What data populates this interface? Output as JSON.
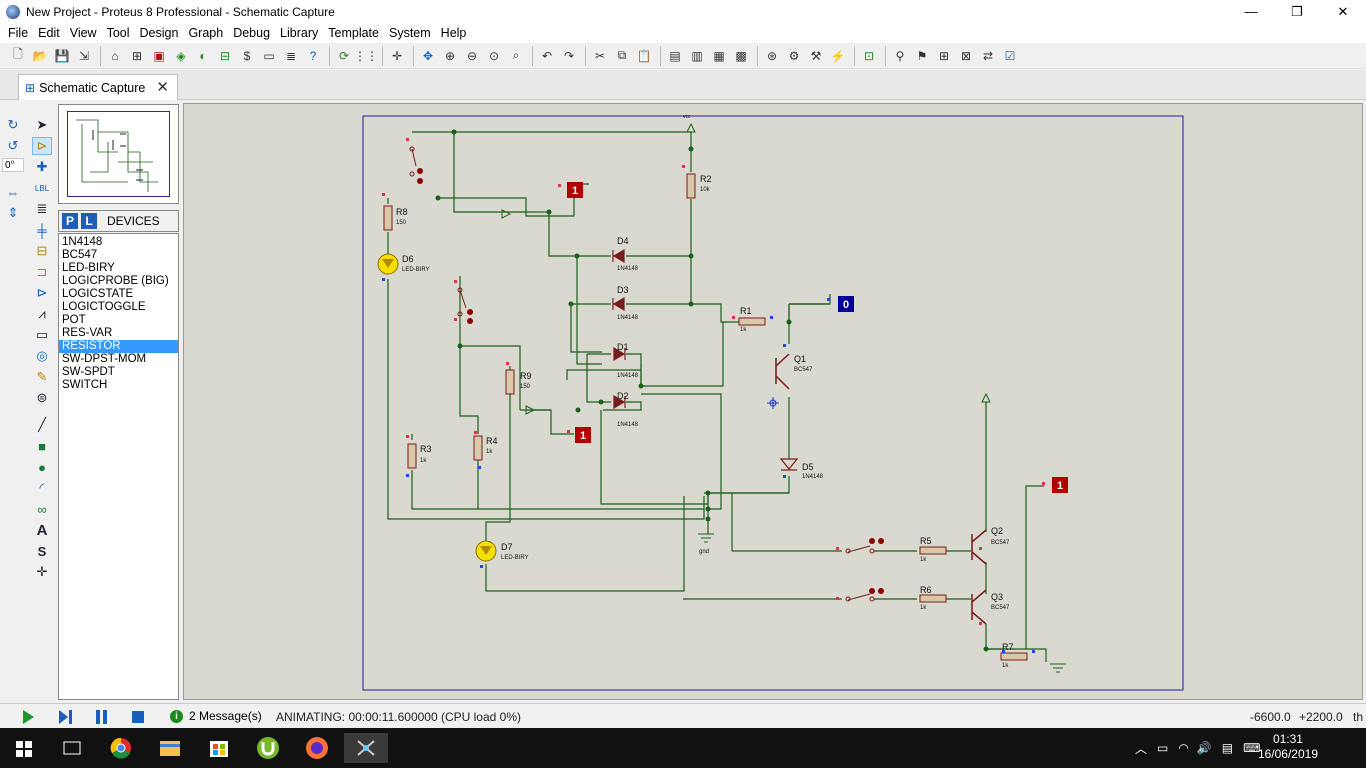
{
  "window": {
    "title": "New Project - Proteus 8 Professional - Schematic Capture",
    "minimize": "—",
    "restore": "❐",
    "close": "✕"
  },
  "menu": [
    "File",
    "Edit",
    "View",
    "Tool",
    "Design",
    "Graph",
    "Debug",
    "Library",
    "Template",
    "System",
    "Help"
  ],
  "tab": {
    "label": "Schematic Capture",
    "close": "✕"
  },
  "left_tools": {
    "rotation": "0°"
  },
  "devices": {
    "p": "P",
    "l": "L",
    "title": "DEVICES",
    "items": [
      "1N4148",
      "BC547",
      "LED-BIRY",
      "LOGICPROBE (BIG)",
      "LOGICSTATE",
      "LOGICTOGGLE",
      "POT",
      "RES-VAR",
      "RESISTOR",
      "SW-DPST-MOM",
      "SW-SPDT",
      "SWITCH"
    ],
    "selected": "RESISTOR"
  },
  "schematic": {
    "vcc": "vcc",
    "gnd": "gnd",
    "R8": "R8",
    "R8_val": "150",
    "R9": "R9",
    "R9_val": "150",
    "R2": "R2",
    "R2_val": "10k",
    "R1": "R1",
    "R1_val": "1k",
    "R3": "R3",
    "R3_val": "1k",
    "R4": "R4",
    "R4_val": "1k",
    "R5": "R5",
    "R5_val": "1k",
    "R6": "R6",
    "R6_val": "1k",
    "R7": "R7",
    "R7_val": "1k",
    "D1": "D1",
    "D2": "D2",
    "D3": "D3",
    "D4": "D4",
    "D5": "D5",
    "diode_val": "1N4148",
    "D6": "D6",
    "D7": "D7",
    "led_val": "LED-BIRY",
    "Q1": "Q1",
    "Q2": "Q2",
    "Q3": "Q3",
    "q_val": "BC547",
    "probe_top": "1",
    "probe_right": "0",
    "probe_mid": "1",
    "probe_q2": "1"
  },
  "status": {
    "messages": "2 Message(s)",
    "animating": "ANIMATING: 00:00:11.600000 (CPU load 0%)",
    "x": "-6600.0",
    "y": "+2200.0",
    "unit": "th"
  },
  "taskbar": {
    "time": "01:31",
    "date": "16/06/2019"
  },
  "colors": {
    "canvas": "#d9d9cf",
    "wire": "#1c5e1c",
    "border": "#1a1a9c",
    "probe_high": "#b30000",
    "probe_low": "#000099",
    "led": "#f4e000"
  }
}
